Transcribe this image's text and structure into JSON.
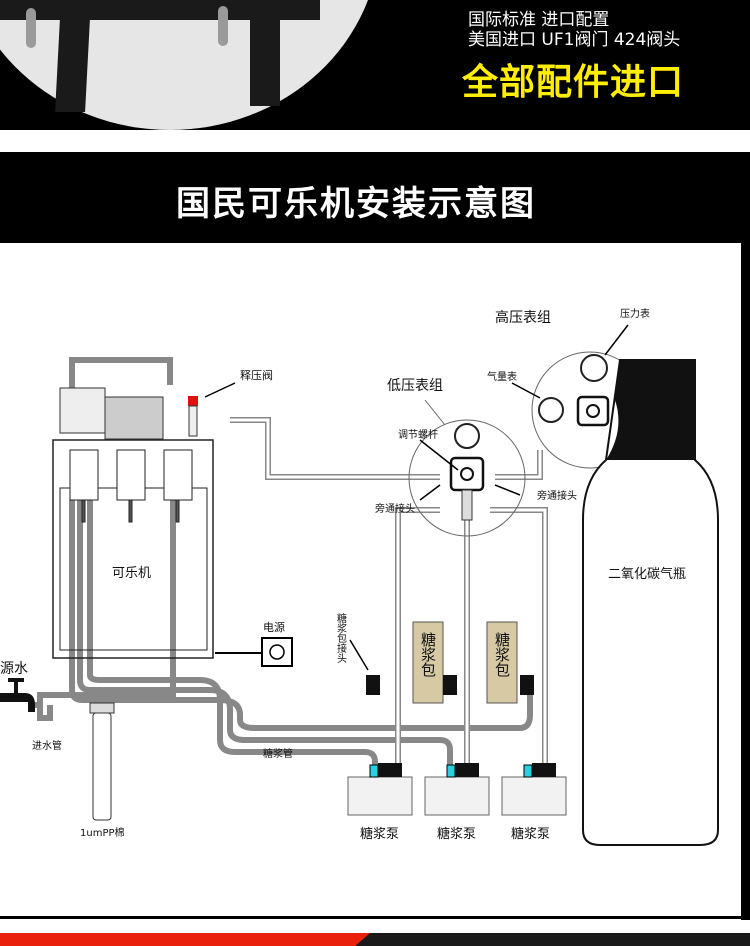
{
  "banner": {
    "line1": "国际标准 进口配置",
    "line2": "美国进口 UF1阀门 424阀头",
    "headline": "全部配件进口"
  },
  "title": "国民可乐机安装示意图",
  "diagram": {
    "labels": {
      "release_valve": "释压阀",
      "high_pressure_group": "高压表组",
      "pressure_gauge": "压力表",
      "gas_gauge": "气量表",
      "low_pressure_group": "低压表组",
      "adjust_screw": "调节螺杆",
      "bypass_left": "旁通接头",
      "bypass_right": "旁通接头",
      "cola_machine": "可乐机",
      "power": "电源",
      "water_source": "源水",
      "inlet_pipe": "进水管",
      "syrup_pipe": "糖浆管",
      "filter": "1umPP棉",
      "syrup_connector": "糖浆包接头",
      "co2_bottle": "二氧化碳气瓶",
      "syrup_bag_1": "糖浆包",
      "syrup_bag_2": "糖浆包",
      "pump_1": "糖浆泵",
      "pump_2": "糖浆泵",
      "pump_3": "糖浆泵"
    },
    "colors": {
      "syrup_bag": "#d6c9a4",
      "valve_red": "#e01010",
      "pump_cyan": "#29d0e0",
      "headline_yellow": "#ffee00",
      "accent_red": "#e8200c"
    }
  }
}
